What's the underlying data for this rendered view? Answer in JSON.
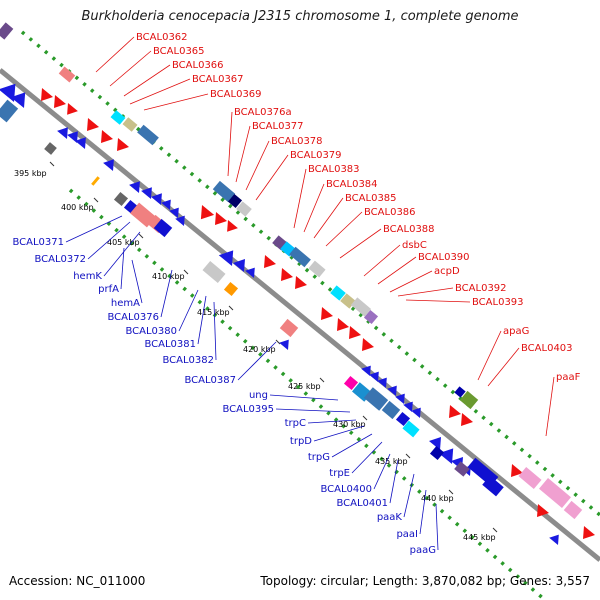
{
  "title": "Burkholderia cenocepacia J2315 chromosome 1, complete genome",
  "footer": {
    "accession": "Accession: NC_011000",
    "summary": "Topology: circular; Length: 3,870,082 bp; Genes: 3,557"
  },
  "colors": {
    "forward_label": "#e01010",
    "reverse_label": "#1010c0",
    "backbone": "#8c8c8c",
    "tick_marks": "#2a9a2a"
  },
  "scale_labels": [
    "395 kbp",
    "400 kbp",
    "405 kbp",
    "410 kbp",
    "415 kbp",
    "420 kbp",
    "425 kbp",
    "430 kbp",
    "435 kbp",
    "440 kbp",
    "445 kbp"
  ],
  "forward_genes": [
    "BCAL0362",
    "BCAL0365",
    "BCAL0366",
    "BCAL0367",
    "BCAL0369",
    "BCAL0376a",
    "BCAL0377",
    "BCAL0378",
    "BCAL0379",
    "BCAL0383",
    "BCAL0384",
    "BCAL0385",
    "BCAL0386",
    "BCAL0388",
    "dsbC",
    "BCAL0390",
    "acpD",
    "BCAL0392",
    "BCAL0393",
    "apaG",
    "BCAL0403",
    "paaF"
  ],
  "reverse_genes": [
    "BCAL0371",
    "BCAL0372",
    "hemK",
    "prfA",
    "hemA",
    "BCAL0376",
    "BCAL0380",
    "BCAL0381",
    "BCAL0382",
    "BCAL0387",
    "ung",
    "BCAL0395",
    "trpC",
    "trpD",
    "trpG",
    "trpE",
    "BCAL0400",
    "BCAL0401",
    "paaK",
    "paaI",
    "paaG"
  ]
}
